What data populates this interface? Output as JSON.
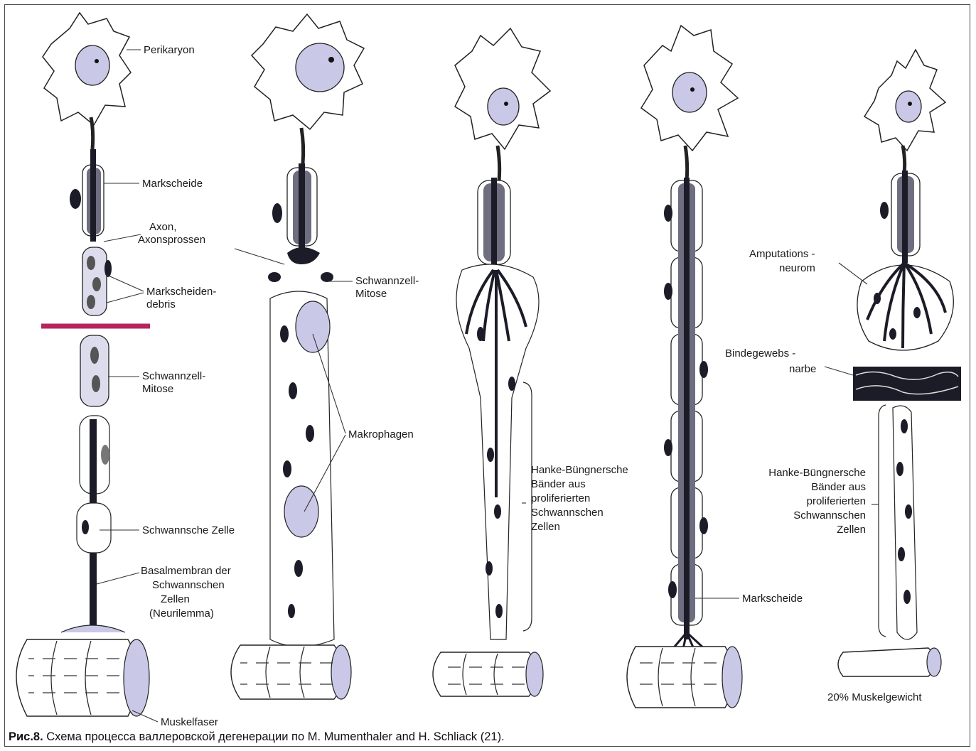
{
  "labels": {
    "perikaryon": "Perikaryon",
    "markscheide": "Markscheide",
    "axon_1": "Axon,",
    "axon_2": "Axonsprossen",
    "debris_1": "Markscheiden-",
    "debris_2": "debris",
    "schwann_mitose_1a": "Schwannzell-",
    "schwann_mitose_1b": "Mitose",
    "schwannsche_zelle": "Schwannsche Zelle",
    "basal_1": "Basalmembran der",
    "basal_2": "Schwannschen",
    "basal_3": "Zellen",
    "basal_4": "(Neurilemma)",
    "muskelfaser": "Muskelfaser",
    "schwann_mitose_2a": "Schwannzell-",
    "schwann_mitose_2b": "Mitose",
    "makrophagen": "Makrophagen",
    "hanke_1": "Hanke-Büngnersche",
    "hanke_2": "Bänder aus",
    "hanke_3": "proliferierten",
    "hanke_4": "Schwannschen",
    "hanke_5": "Zellen",
    "markscheide_2": "Markscheide",
    "amputations_1": "Amputations -",
    "amputations_2": "neurom",
    "bindegewebs_1": "Bindegewebs -",
    "bindegewebs_2": "narbe",
    "hanke2_1": "Hanke-Büngnersche",
    "hanke2_2": "Bänder aus",
    "hanke2_3": "proliferierten",
    "hanke2_4": "Schwannschen",
    "hanke2_5": "Zellen",
    "muskelgewicht": "20% Muskelgewicht"
  },
  "caption": {
    "prefix": "Рис.8.",
    "text": " Схема процесса валлеровской дегенерации по M. Mumenthaler and H. Schliack (21)."
  },
  "colors": {
    "cut_line": "#b5245c",
    "nucleus_fill": "#c9c8e6",
    "myelin_fill": "#6e6e80",
    "axon_fill": "#1c1c28",
    "outline": "#222222"
  }
}
